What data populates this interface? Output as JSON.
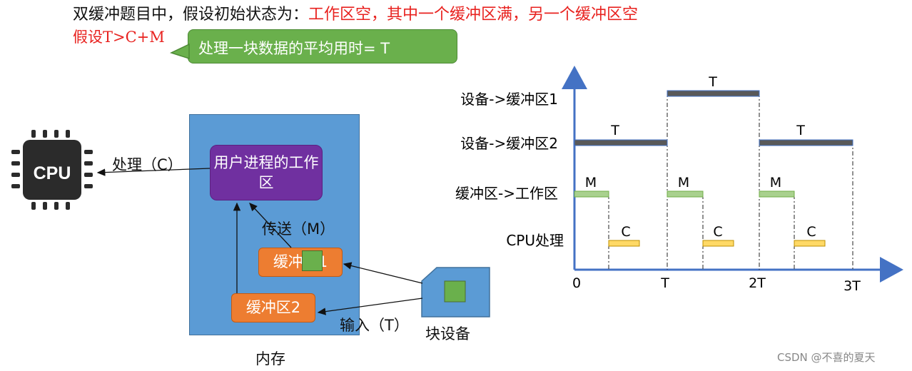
{
  "header": {
    "intro": "双缓冲题目中，假设初始状态为：",
    "condition": "工作区空，其中一个缓冲区满，另一个缓冲区空",
    "assumption": "假设T>C+M"
  },
  "callout": {
    "text": "处理一块数据的平均用时= T"
  },
  "cpu": {
    "label": "CPU"
  },
  "left_diagram": {
    "process_label": "处理（C）",
    "work_area": "用户进程的工作区",
    "transfer_label": "传送（M）",
    "buffer1": "缓冲区1",
    "buffer2": "缓冲区2",
    "input_label": "输入（T）",
    "device_label": "块设备",
    "memory_label": "内存"
  },
  "timeline": {
    "rows": [
      "设备->缓冲区1",
      "设备->缓冲区2",
      "缓冲区->工作区",
      "CPU处理"
    ],
    "x_ticks": [
      "0",
      "T",
      "2T",
      "3T"
    ],
    "bar_labels": {
      "T": "T",
      "M": "M",
      "C": "C"
    },
    "colors": {
      "device": "#595959",
      "device_border": "#4472c4",
      "transfer": "#a9d18e",
      "transfer_border": "#70ad47",
      "cpu": "#ffd966",
      "cpu_border": "#bf9000",
      "axis": "#4472c4"
    }
  },
  "watermark": "CSDN @不喜的夏天"
}
